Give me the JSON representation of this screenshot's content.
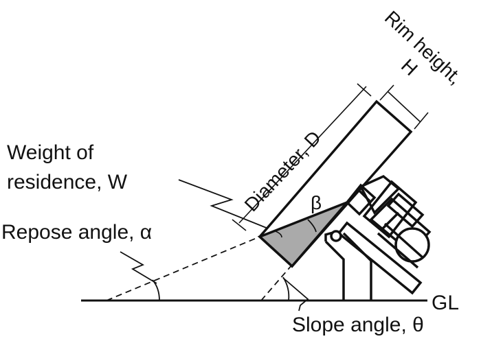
{
  "diagram": {
    "labels": {
      "weight_line1": "Weight of",
      "weight_line2": "residence, W",
      "repose": "Repose angle, α",
      "slope": "Slope angle, θ",
      "ground": "GL",
      "diameter": "Diameter, D",
      "rim_line1": "Rim height,",
      "rim_line2": "H",
      "beta": "β"
    },
    "colors": {
      "stroke": "#111111",
      "residence_fill": "#aaaaaa"
    }
  }
}
